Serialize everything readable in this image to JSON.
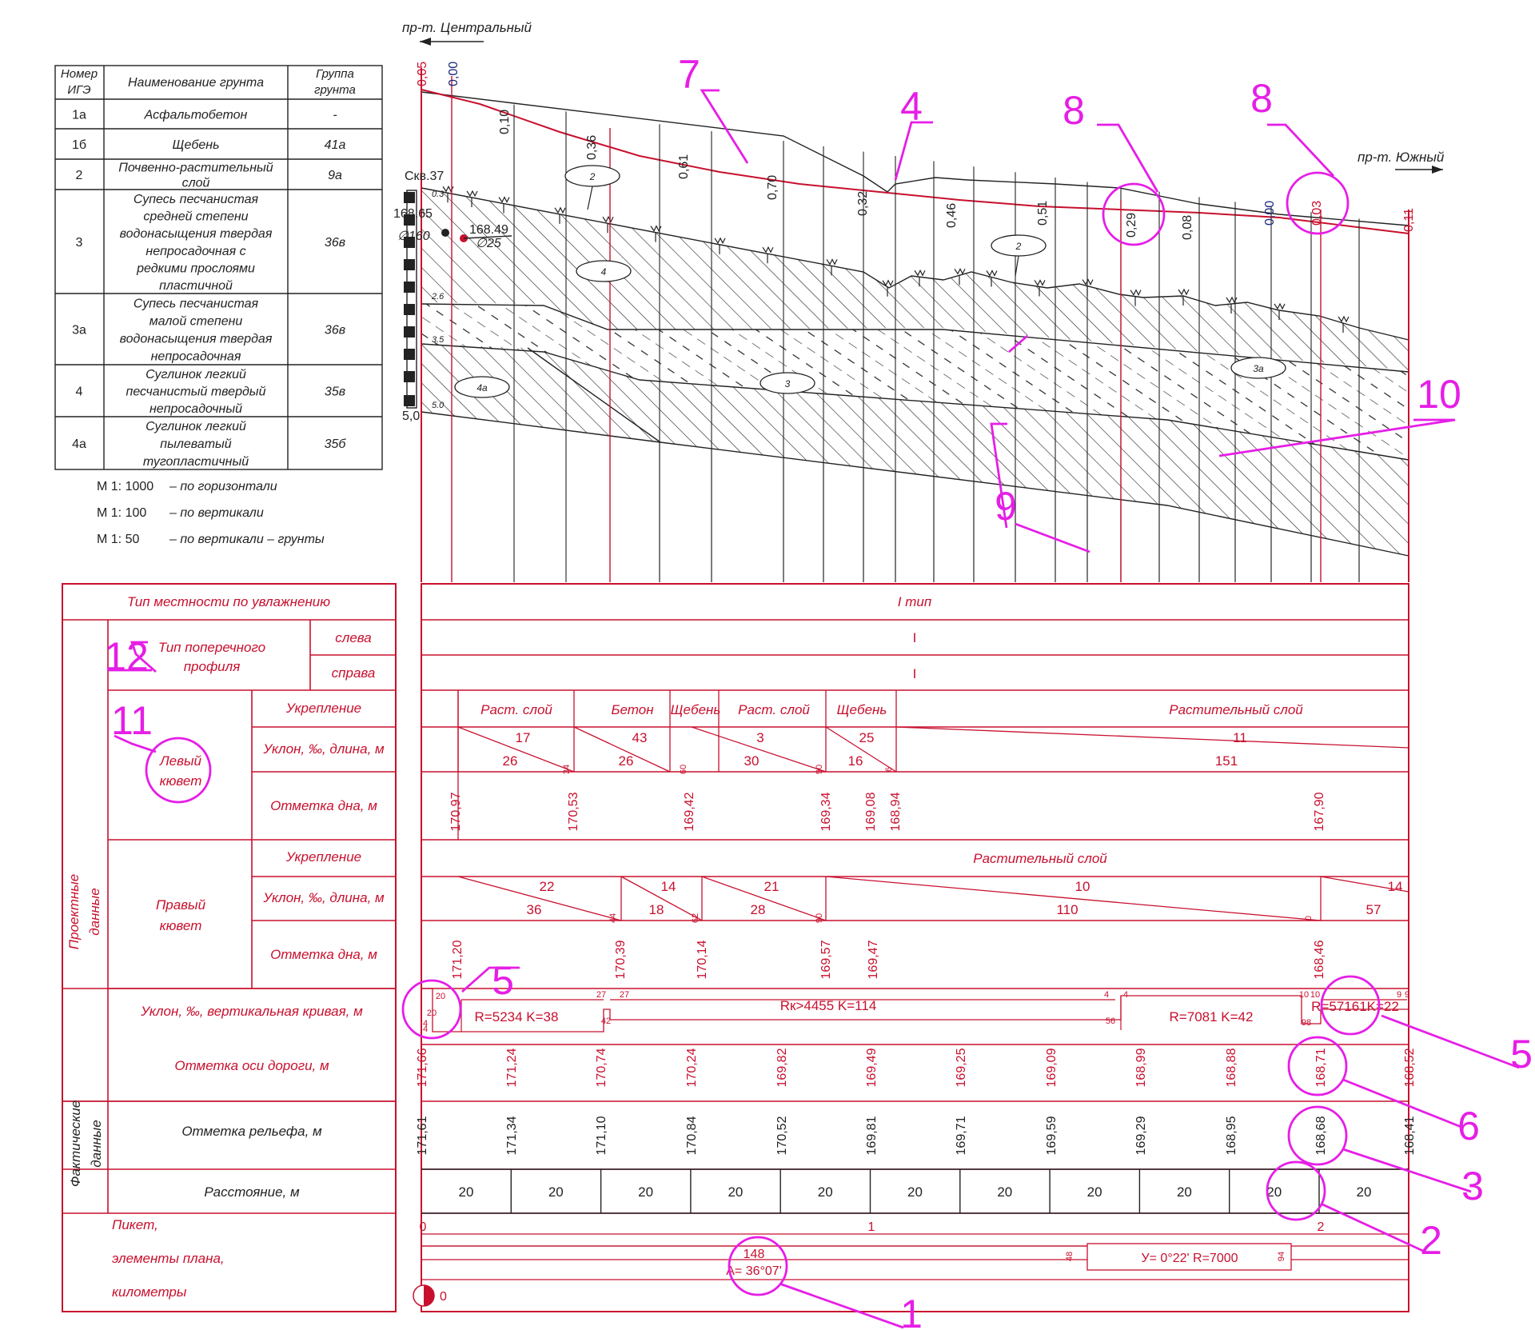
{
  "colors": {
    "ink": "#222222",
    "red": "#c8102e",
    "magenta": "#e61ee6",
    "navy": "#1d2a7a"
  },
  "direction": {
    "left": "пр-т. Центральный",
    "right": "пр-т. Южный"
  },
  "legend": {
    "headers": [
      "Номер ИГЭ",
      "Наименование грунта",
      "Группа грунта"
    ],
    "rows": [
      {
        "id": "1а",
        "name": [
          "Асфальтобетон"
        ],
        "group": "-"
      },
      {
        "id": "1б",
        "name": [
          "Щебень"
        ],
        "group": "41а"
      },
      {
        "id": "2",
        "name": [
          "Почвенно-растительный",
          "слой"
        ],
        "group": "9а"
      },
      {
        "id": "3",
        "name": [
          "Супесь песчанистая",
          "средней степени",
          "водонасыщения твердая",
          "непросадочная с",
          "редкими прослоями",
          "пластичной"
        ],
        "group": "36в"
      },
      {
        "id": "3а",
        "name": [
          "Супесь песчанистая",
          "малой степени",
          "водонасыщения твердая",
          "непросадочная"
        ],
        "group": "36в"
      },
      {
        "id": "4",
        "name": [
          "Суглинок легкий",
          "песчанистый  твердый",
          "непросадочный"
        ],
        "group": "35в"
      },
      {
        "id": "4а",
        "name": [
          "Суглинок легкий",
          "пылеватый",
          "тугопластичный"
        ],
        "group": "35б"
      }
    ]
  },
  "scales": [
    {
      "scale": "М 1: 1000",
      "text": "– по горизонтали"
    },
    {
      "scale": "М 1: 100",
      "text": "– по вертикали"
    },
    {
      "scale": "М 1: 50",
      "text": "– по вертикали – грунты"
    }
  ],
  "well": {
    "name": "Скв.37",
    "top": "168.65",
    "dia": "∅160",
    "pipe": "168.49",
    "pipe_dia": "∅25",
    "depth": "5,0"
  },
  "well_depth_ticks": [
    "0.3",
    "2.6",
    "3.5",
    "5.0"
  ],
  "layer_labels": [
    "2",
    "2",
    "4",
    "4а",
    "3",
    "3а"
  ],
  "top_values": [
    {
      "text": "0,05",
      "color": "red"
    },
    {
      "text": "0,00",
      "color": "navy"
    },
    {
      "text": "0,10",
      "color": "ink"
    },
    {
      "text": "0,36",
      "color": "ink"
    },
    {
      "text": "0,61",
      "color": "ink"
    },
    {
      "text": "0,70",
      "color": "ink"
    },
    {
      "text": "0,32",
      "color": "ink"
    },
    {
      "text": "0,46",
      "color": "ink"
    },
    {
      "text": "0,51",
      "color": "ink"
    },
    {
      "text": "0,29",
      "color": "ink"
    },
    {
      "text": "0,08",
      "color": "ink"
    },
    {
      "text": "0,00",
      "color": "navy"
    },
    {
      "text": "0,03",
      "color": "red"
    },
    {
      "text": "0,11",
      "color": "red"
    }
  ],
  "callouts": [
    "1",
    "2",
    "3",
    "4",
    "5",
    "5",
    "6",
    "7",
    "8",
    "8",
    "9",
    "10",
    "11",
    "12"
  ],
  "table": {
    "terrain_label": "Тип местности по увлажнению",
    "terrain_value": "I тип",
    "cross_profile": {
      "label": [
        "Тип поперечного",
        "профиля"
      ],
      "left": "слева",
      "right": "справа",
      "left_value": "I",
      "right_value": "I"
    },
    "design_group": [
      "Проектные",
      "данные"
    ],
    "fact_group": [
      "Фактические",
      "данные"
    ],
    "left_ditch": {
      "label": [
        "Левый",
        "кювет"
      ],
      "rows": [
        "Укрепление",
        "Уклон, ‰, длина, м",
        "Отметка дна, м"
      ],
      "reinforcement": [
        "Раст. слой",
        "Бетон",
        "Щебень",
        "Раст. слой",
        "Щебень",
        "Растительный слой"
      ],
      "slopes": [
        {
          "top": "17",
          "bottom": "26",
          "end": "34"
        },
        {
          "top": "43",
          "bottom": "26",
          "end": "60"
        },
        {
          "top": "3",
          "bottom": "30",
          "end": "90"
        },
        {
          "top": "25",
          "bottom": "16",
          "end": "6"
        },
        {
          "top": "11",
          "bottom": "151",
          "end": ""
        }
      ],
      "bottom_marks": [
        "170,97",
        "170,53",
        "169,42",
        "169,34",
        "169,08",
        "168,94",
        "167,90"
      ]
    },
    "right_ditch": {
      "label": [
        "Правый",
        "кювет"
      ],
      "rows": [
        "Укрепление",
        "Уклон, ‰, длина, м",
        "Отметка дна, м"
      ],
      "reinforcement": [
        "Растительный слой"
      ],
      "slopes": [
        {
          "top": "22",
          "bottom": "36",
          "end": "44"
        },
        {
          "top": "14",
          "bottom": "18",
          "end": "62"
        },
        {
          "top": "21",
          "bottom": "28",
          "end": "90"
        },
        {
          "top": "10",
          "bottom": "110",
          "end": "0"
        },
        {
          "top": "14",
          "bottom": "57",
          "end": ""
        }
      ],
      "bottom_marks": [
        "171,20",
        "170,39",
        "170,14",
        "169,57",
        "169,47",
        "168,46"
      ]
    },
    "grade": {
      "label": "Уклон, ‰, вертикальная кривая, м",
      "curves": [
        "R=5234 K=38",
        "Rк>4455  K=114",
        "R=7081 K=42",
        "R=57161K=22"
      ],
      "small": [
        "20",
        "20",
        "4",
        "4",
        "27",
        "27",
        "42",
        "4",
        "4",
        "56",
        "10",
        "10",
        "98",
        "9",
        "9"
      ]
    },
    "axis_mark": {
      "label": "Отметка оси дороги, м",
      "values": [
        "171,66",
        "171,24",
        "170,74",
        "170,24",
        "169,82",
        "169,49",
        "169,25",
        "169,09",
        "168,99",
        "168,88",
        "168,71",
        "168,52"
      ]
    },
    "relief_mark": {
      "label": "Отметка рельефа, м",
      "values": [
        "171,61",
        "171,34",
        "171,10",
        "170,84",
        "170,52",
        "169,81",
        "169,71",
        "169,59",
        "169,29",
        "168,95",
        "168,68",
        "168,41"
      ]
    },
    "distance": {
      "label": "Расстояние, м",
      "values": [
        "20",
        "20",
        "20",
        "20",
        "20",
        "20",
        "20",
        "20",
        "20",
        "20",
        "20"
      ]
    },
    "picket": {
      "label": [
        "Пикет,",
        "элементы плана,",
        "километры"
      ],
      "pickets": [
        "0",
        "1",
        "2"
      ],
      "plan1": [
        "148",
        "A= 36°07'"
      ],
      "plan2": "У= 0°22'  R=7000",
      "plan2_ends": [
        "48",
        "94"
      ],
      "km": "0"
    }
  }
}
